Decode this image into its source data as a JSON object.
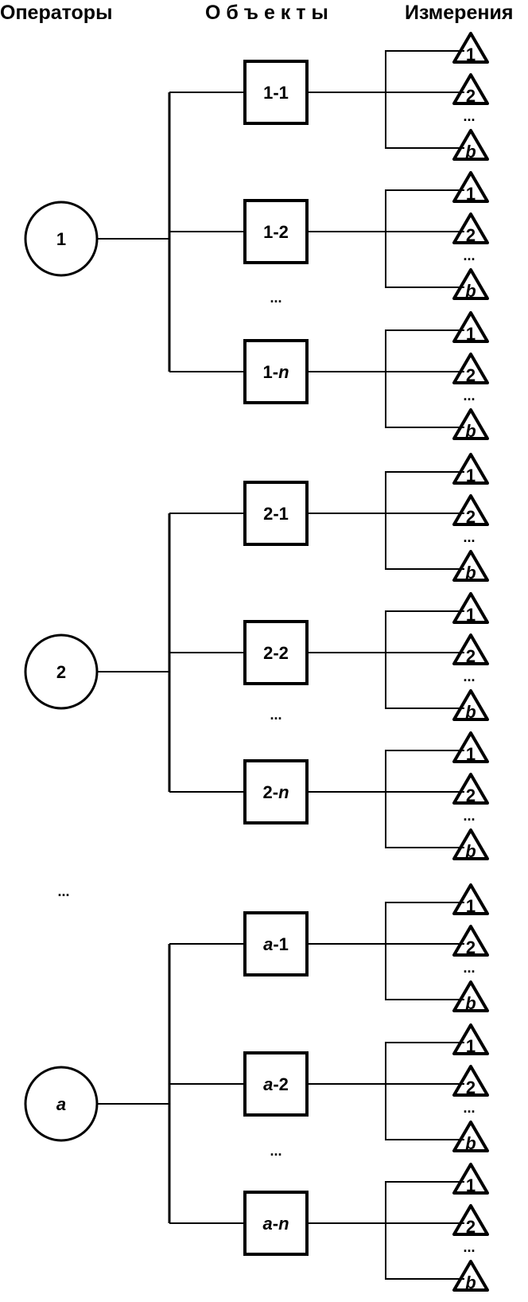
{
  "headers": {
    "operators": "Операторы",
    "objects": "О б ъ е к т ы",
    "measurements": "Измерения"
  },
  "ellipsis": "...",
  "measurement_labels": [
    "1",
    "2",
    "b"
  ],
  "operators": [
    {
      "label": "1",
      "italic": false,
      "objects": [
        {
          "prefix": "1",
          "suffix": "1",
          "suffix_italic": false
        },
        {
          "prefix": "1",
          "suffix": "2",
          "suffix_italic": false
        },
        {
          "prefix": "1",
          "suffix": "n",
          "suffix_italic": true
        }
      ]
    },
    {
      "label": "2",
      "italic": false,
      "objects": [
        {
          "prefix": "2",
          "suffix": "1",
          "suffix_italic": false
        },
        {
          "prefix": "2",
          "suffix": "2",
          "suffix_italic": false
        },
        {
          "prefix": "2",
          "suffix": "n",
          "suffix_italic": true
        }
      ]
    },
    {
      "label": "a",
      "italic": true,
      "objects": [
        {
          "prefix": "a",
          "suffix": "1",
          "suffix_italic": false
        },
        {
          "prefix": "a",
          "suffix": "2",
          "suffix_italic": false
        },
        {
          "prefix": "a",
          "suffix": "n",
          "suffix_italic": true
        }
      ]
    }
  ]
}
